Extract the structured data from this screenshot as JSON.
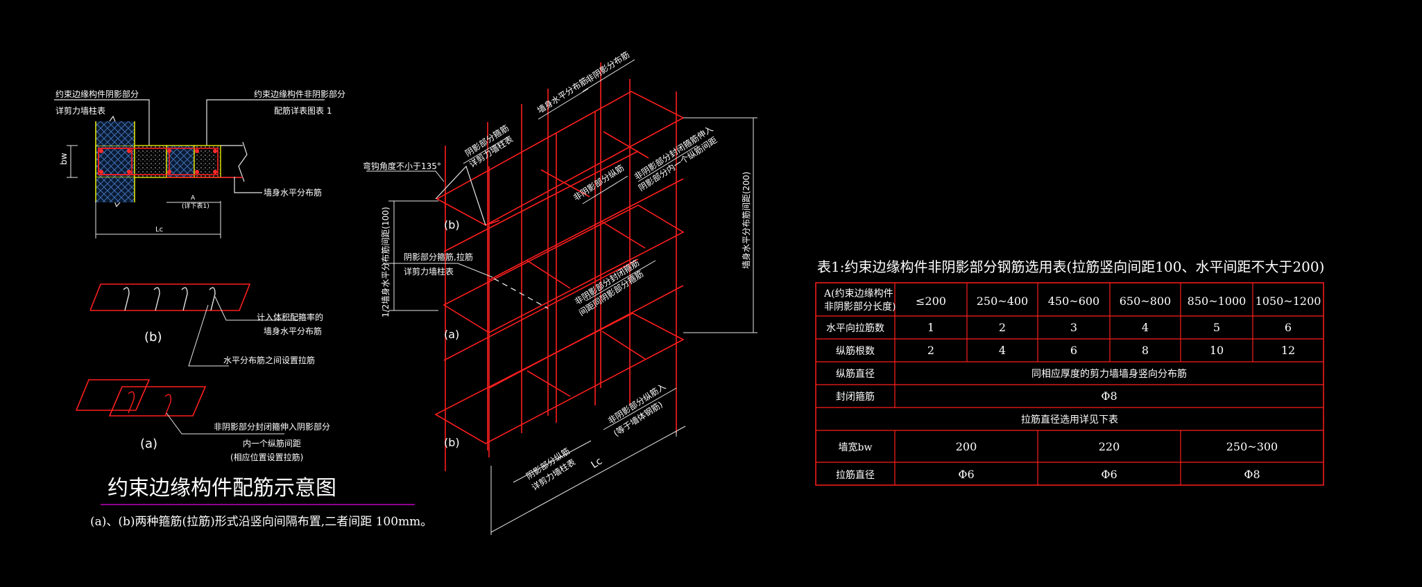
{
  "colors": {
    "background": "#000000",
    "rebar": "#ff1e1e",
    "line": "#e8e8e8",
    "text": "#ffffff",
    "title_underline": "#c000c0",
    "table_border": "#ff1e1e"
  },
  "section": {
    "label_shadow_top": "约束边缘构件阴影部分",
    "label_shadow_bottom": "详剪力墙柱表",
    "label_nonshadow_top": "约束边缘构件非阴影部分",
    "label_nonshadow_bottom": "配筋详表图表 1",
    "label_horizontal": "墙身水平分布筋",
    "dim_bw": "bw",
    "dim_a": "A",
    "dim_a_note": "(详下表1)",
    "dim_lc": "Lc"
  },
  "detail_b": {
    "tag": "(b)",
    "note1": "计入体积配箍率的",
    "note2": "墙身水平分布筋",
    "note3": "水平分布筋之间设置拉筋"
  },
  "detail_a": {
    "tag": "(a)",
    "note1": "非阴影部分封闭箍伸入阴影部分",
    "note2": "内一个纵筋间距",
    "note3": "(相应位置设置拉筋)"
  },
  "diagram_title": "约束边缘构件配筋示意图",
  "diagram_subtitle": "(a)、(b)两种箍筋(拉筋)形式沿竖向间隔布置,二者间距 100mm。",
  "iso": {
    "label_hook": "弯钩角度不小于135°",
    "label_nonshadow_dist": "非阴影分布筋",
    "label_wall_h": "墙身水平分布筋",
    "label_shadow_stir": "阴影部分箍筋",
    "label_shadow_stir2": "详剪力墙柱表",
    "label_nonshadow_bar": "非阴影部分纵筋",
    "label_nonshadow_closed": "非阴影部分封闭箍筋伸入",
    "label_nonshadow_closed2": "阴影部分内一个纵筋间距",
    "label_shadow_stir_tie": "阴影部分箍筋,拉筋",
    "label_shadow_stir_tie2": "详剪力墙柱表",
    "label_nonshadow_tie": "非阴影部分封闭箍筋",
    "label_nonshadow_tie2": "间距同阴影部分箍筋",
    "label_nonshadow_long": "非阴影部分纵筋入",
    "label_nonshadow_long2": "(等于墙体钢筋)",
    "label_shadow_long": "阴影部分纵筋",
    "label_shadow_long2": "详剪力墙柱表",
    "dim_left": "1/2墙身水平分布筋间距(100)",
    "dim_right": "墙身水平分布筋间距(200)",
    "dim_lc": "Lc",
    "tag_b_top": "(b)",
    "tag_a": "(a)",
    "tag_b_bottom": "(b)"
  },
  "table": {
    "title": "表1:约束边缘构件非阴影部分钢筋选用表(拉筋竖向间距100、水平间距不大于200)",
    "header_label_1": "A(约束边缘构件",
    "header_label_2": "非阴影部分长度)",
    "columns": [
      "≤200",
      "250~400",
      "450~600",
      "650~800",
      "850~1000",
      "1050~1200"
    ],
    "rows": [
      {
        "label": "水平向拉筋数",
        "values": [
          "1",
          "2",
          "3",
          "4",
          "5",
          "6"
        ]
      },
      {
        "label": "纵筋根数",
        "values": [
          "2",
          "4",
          "6",
          "8",
          "10",
          "12"
        ]
      }
    ],
    "row_bar_dia_label": "纵筋直径",
    "row_bar_dia_value": "同相应厚度的剪力墙墙身竖向分布筋",
    "row_closed_label": "封闭箍筋",
    "row_closed_value": "Φ8",
    "row_tie_note": "拉筋直径选用详见下表",
    "row_width_label": "墙宽bw",
    "width_values": [
      "200",
      "220",
      "250~300"
    ],
    "row_tie_label": "拉筋直径",
    "tie_values": [
      "Φ6",
      "Φ6",
      "Φ8"
    ]
  }
}
